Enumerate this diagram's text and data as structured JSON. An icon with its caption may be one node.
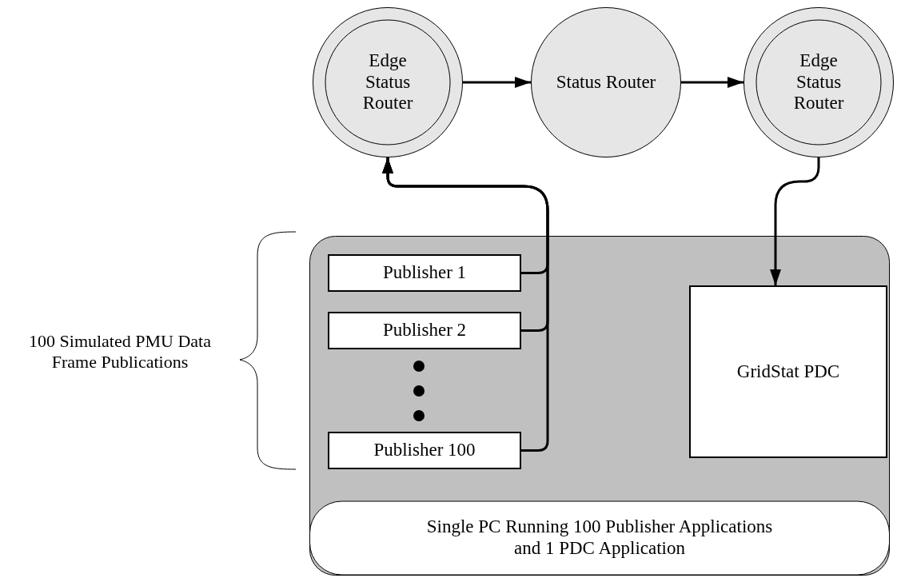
{
  "diagram": {
    "nodes": [
      {
        "text": [
          "Edge Status Router"
        ]
      },
      {
        "text": [
          "Status Router"
        ]
      },
      {
        "text": [
          "Edge Status Router"
        ]
      },
      {
        "text": [
          "Single PC Running 100 Publisher Applications and 1 PDC Application"
        ]
      },
      {
        "text": [
          "Publisher 1"
        ],
        "in": 3
      },
      {
        "text": [
          "Publisher 2"
        ],
        "in": 3
      },
      {
        "text": [
          "Publisher 100"
        ],
        "in": 3
      },
      {
        "text": [
          "GridStat PDC"
        ],
        "in": 3
      }
    ],
    "edges": [
      {
        "from": 0,
        "to": 1,
        "arrow": "to"
      },
      {
        "from": 1,
        "to": 2,
        "arrow": "to"
      },
      {
        "from": 4,
        "to": 0,
        "arrow": "to"
      },
      {
        "from": 5,
        "to": 0,
        "arrow": "to"
      },
      {
        "from": 6,
        "to": 0,
        "arrow": "to"
      },
      {
        "from": 2,
        "to": 7,
        "arrow": "to"
      }
    ],
    "labels": [
      "100 Simulated PMU Data Frame Publications"
    ]
  }
}
